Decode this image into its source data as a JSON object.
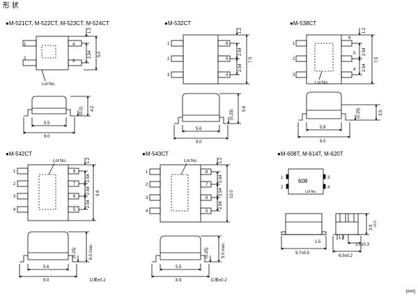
{
  "page_title": "形 状",
  "units": "[mm]",
  "tolerance": "公差±0.2",
  "diagrams": [
    {
      "title": "●M-521CT, M-522CT, M-523CT, M-524CT",
      "pins": [
        "1",
        "2",
        "3",
        "4"
      ],
      "top_dims": [
        "1.2",
        "2.54",
        "5.0"
      ],
      "lot": "Lot No.",
      "side_dims": [
        "(0.2)",
        "4.2"
      ],
      "bottom_dims": [
        "5.5",
        "9.0"
      ]
    },
    {
      "title": "●M-532CT",
      "pins": [
        "1",
        "2",
        "3",
        "4",
        "5",
        "6"
      ],
      "top_dims": [
        "1.2",
        "2.54",
        "2.54",
        "7.5"
      ],
      "side_dims": [
        "(0.25)",
        "5.6"
      ],
      "bottom_dims": [
        "5.6",
        "9.0"
      ]
    },
    {
      "title": "●M-538CT",
      "pins": [
        "1",
        "2",
        "3",
        "4",
        "5",
        "6"
      ],
      "top_dims": [
        "1.2",
        "2.54",
        "2.54",
        "7.5"
      ],
      "lot": "Lot No.",
      "side_dims": [
        "(0.25)",
        "3.5"
      ],
      "bottom_dims": [
        "5.8",
        "9.0"
      ]
    },
    {
      "title": "●M-542CT",
      "pins": [
        "1",
        "2",
        "3",
        "4",
        "5",
        "6",
        "7",
        "8"
      ],
      "top_dims": [
        "1.2",
        "2.54",
        "2.54",
        "2.54",
        "9.8"
      ],
      "lot": "Lot No.",
      "side_dims": [
        "(0.25)",
        "6.0 max."
      ],
      "bottom_dims": [
        "5.6",
        "9.0"
      ]
    },
    {
      "title": "●M-543CT",
      "pins": [
        "1",
        "2",
        "3",
        "4",
        "5",
        "6",
        "7",
        "8"
      ],
      "top_dims": [
        "1.2",
        "2.54",
        "2.54",
        "2.54",
        "10.0"
      ],
      "lot": "Lot No.",
      "side_dims": [
        "(0.25)",
        "5.0 max."
      ],
      "bottom_dims": [
        "5.5",
        "8.9"
      ]
    },
    {
      "title": "●M-608T, M-614T, M-620T",
      "pins": [
        "1",
        "2",
        "3",
        "4"
      ],
      "marking": "608",
      "lot": "Lot No.",
      "side_dims": [
        "3.9",
        "+0.2"
      ],
      "bottom_dims": [
        "1.5",
        "9.7±0.5",
        "1.3",
        "3.0±0.3",
        "6.0±0.2"
      ]
    }
  ]
}
